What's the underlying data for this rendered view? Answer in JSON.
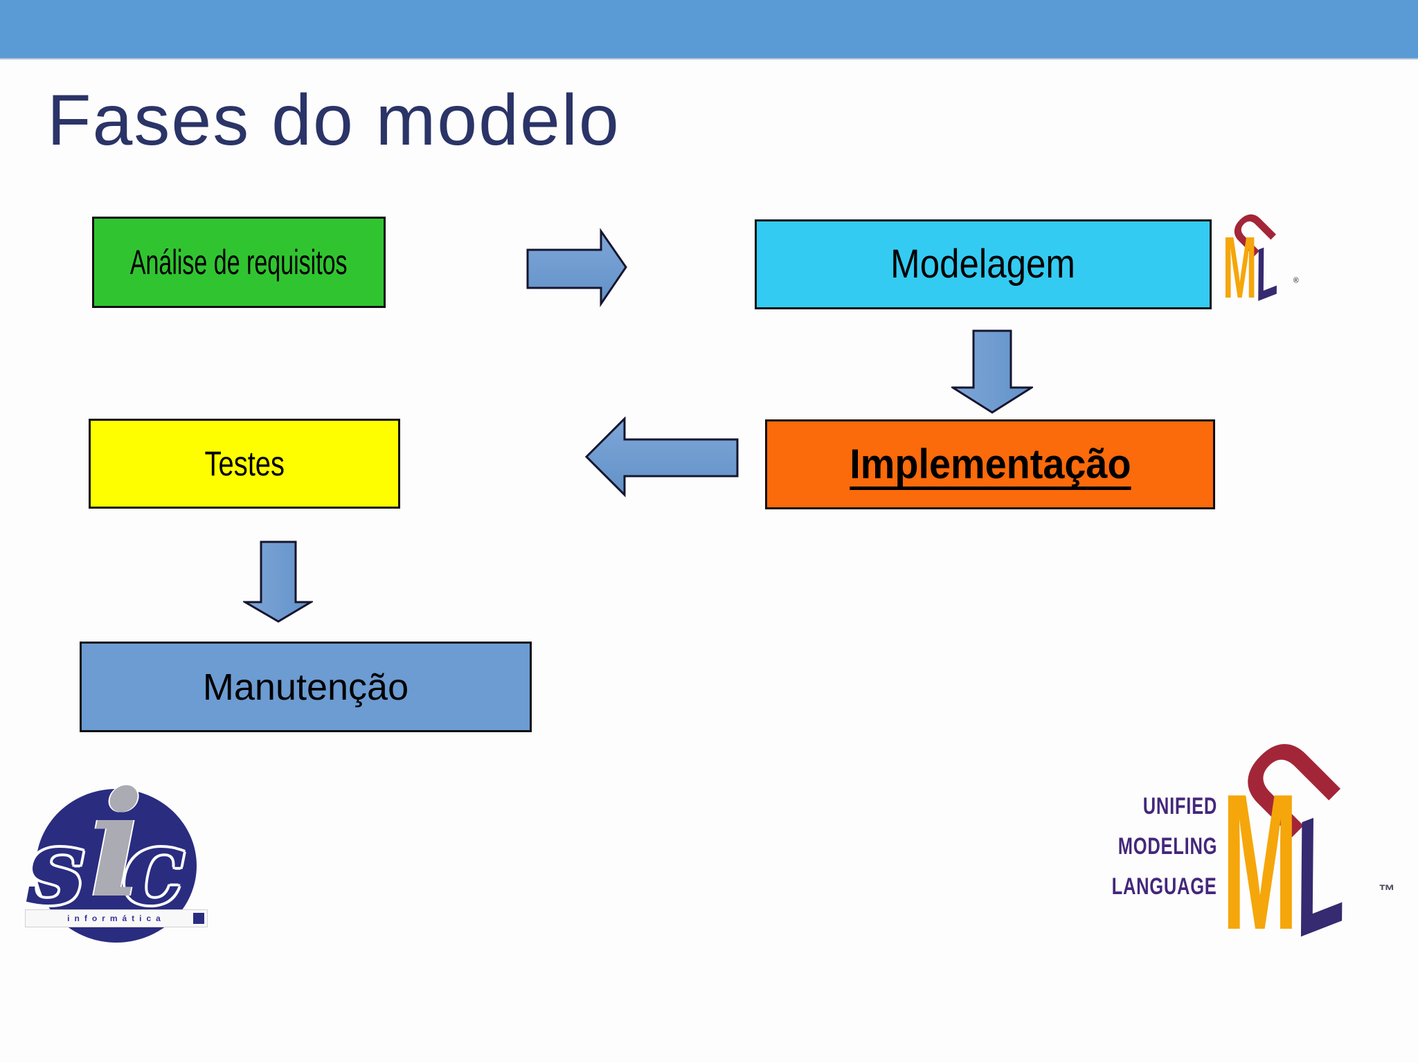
{
  "slide": {
    "title": "Fases do modelo",
    "title_color": "#2B3467",
    "banner_color": "#5B9BD5",
    "background_color": "#FDFDFD"
  },
  "diagram": {
    "boxes": {
      "analise": {
        "label": "Análise de requisitos",
        "fill": "#31C431"
      },
      "modelagem": {
        "label": "Modelagem",
        "fill": "#34CBF2"
      },
      "implementacao": {
        "label": "Implementação",
        "fill": "#FB6A0B",
        "emphasis": "bold underline"
      },
      "testes": {
        "label": "Testes",
        "fill": "#FEFE00"
      },
      "manutencao": {
        "label": "Manutenção",
        "fill": "#6C9CD2"
      }
    },
    "arrows": [
      {
        "from": "Análise de requisitos",
        "to": "Modelagem",
        "direction": "right"
      },
      {
        "from": "Modelagem",
        "to": "Implementação",
        "direction": "down"
      },
      {
        "from": "Implementação",
        "to": "Testes",
        "direction": "left"
      },
      {
        "from": "Testes",
        "to": "Manutenção",
        "direction": "down"
      }
    ],
    "arrow_fill": "#6F9FD4",
    "border_color": "#0E0E0E"
  },
  "uml_logo_small": {
    "u": "U",
    "m": "M",
    "l": "L",
    "mark": "®"
  },
  "uml_logo_large": {
    "u": "U",
    "m": "M",
    "l": "L",
    "mark": "™",
    "caption_lines": [
      "UNIFIED",
      "MODELING",
      "LANGUAGE"
    ],
    "colors": {
      "u": "#A32638",
      "m": "#F5A60A",
      "l": "#362A70",
      "caption": "#44277B"
    }
  },
  "sic_logo": {
    "s": "s",
    "i": "i",
    "c": "c",
    "caption": "informática",
    "color": "#2A2C80"
  }
}
